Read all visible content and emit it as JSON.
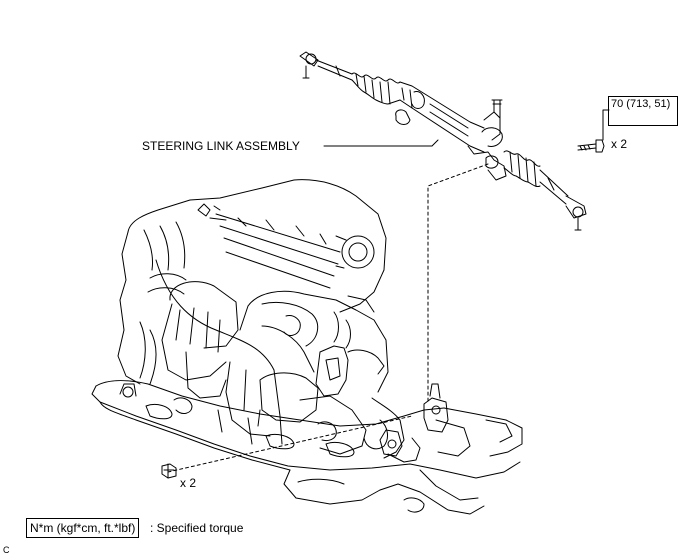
{
  "callouts": {
    "steering_link": "STEERING LINK ASSEMBLY",
    "torque_value": "70 (713, 51)",
    "bolt_qty": "x 2",
    "nut_qty": "x 2"
  },
  "legend": {
    "unit_box": "N*m (kgf*cm, ft.*lbf)",
    "description": ": Specified torque"
  },
  "figure_code": "C"
}
